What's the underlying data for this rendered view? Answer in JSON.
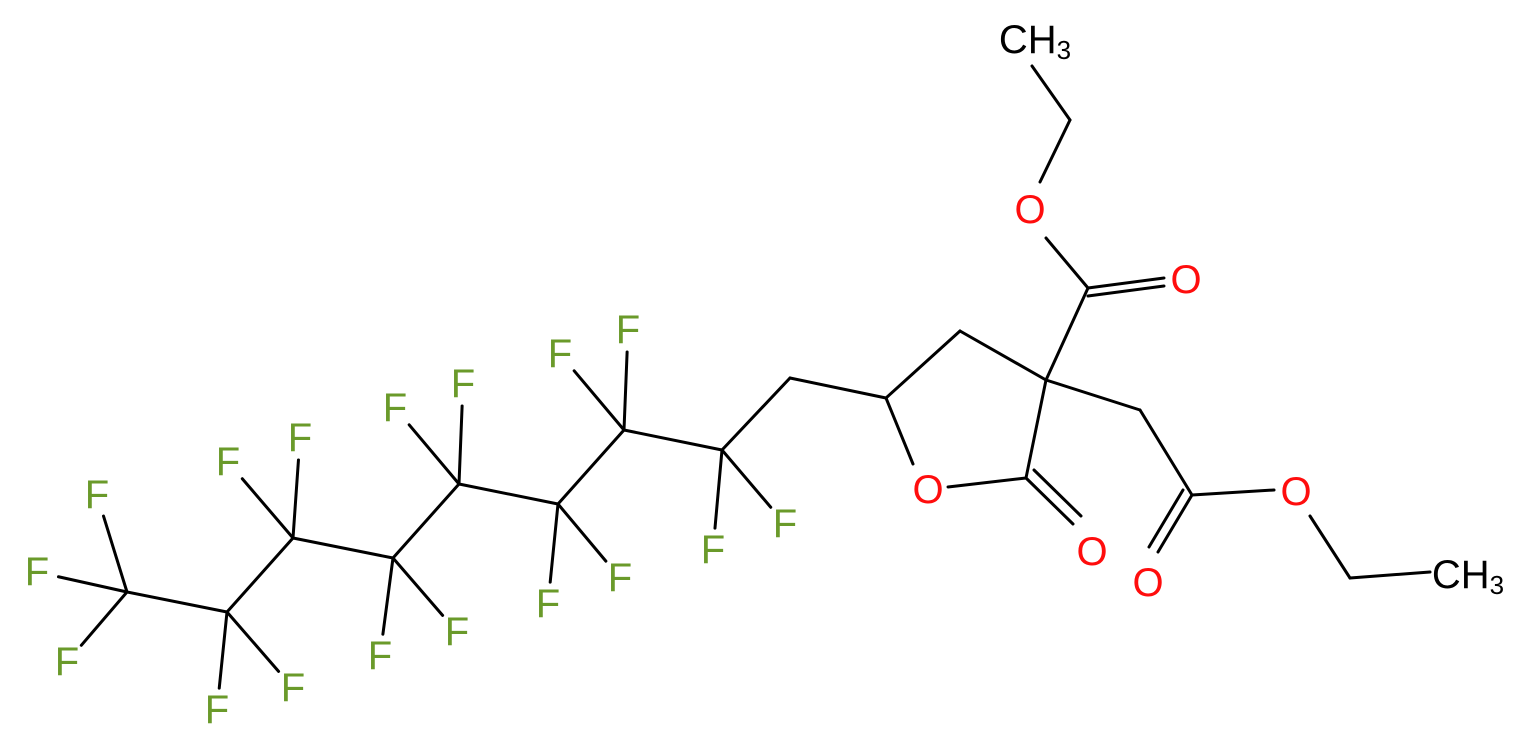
{
  "colors": {
    "bond": "#000000",
    "fluorine": "#6a9a2a",
    "oxygen": "#ff0d0d",
    "carbon_label": "#000000"
  },
  "labels": {
    "fluorine": "F",
    "oxygen": "O",
    "methyl_main": "CH",
    "methyl_sub": "3"
  }
}
